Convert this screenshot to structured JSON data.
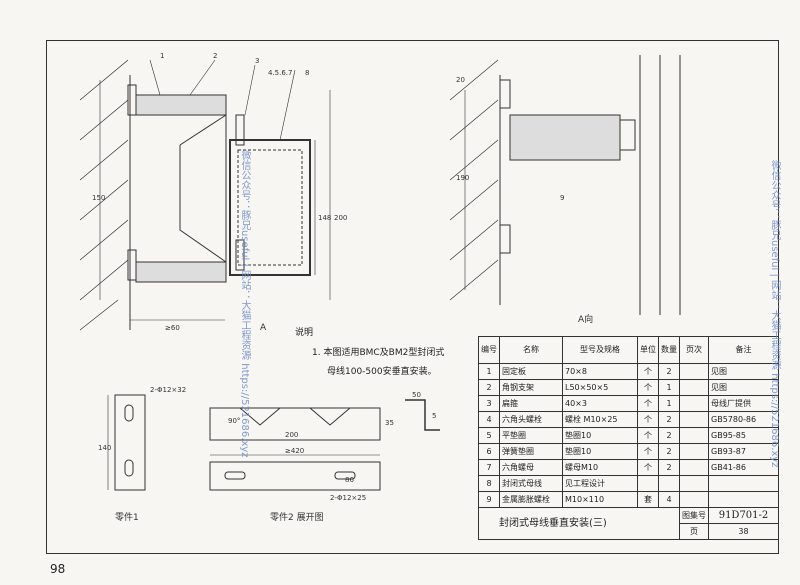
{
  "page_number": "98",
  "watermark": "微信公众号：豚兄useful | 网站：大猫工程资源 https://521686.xyz",
  "notes": {
    "heading": "说明",
    "item1_line1": "1. 本图适用BMC及BM2型封闭式",
    "item1_line2": "母线100-500安垂直安装。"
  },
  "labels": {
    "view_a": "A向",
    "arrow_a": "A",
    "part1": "零件1",
    "part2": "零件2 展开图",
    "callouts": [
      "1",
      "2",
      "3",
      "4.5.6.7",
      "8",
      "9"
    ],
    "dims": [
      "150",
      "200",
      "148",
      "≥60",
      "190",
      "20",
      "2-Φ12×32",
      "140",
      "≥420",
      "200",
      "2-Φ12×25",
      "90°",
      "86",
      "50",
      "5",
      "35"
    ]
  },
  "table": {
    "headers": [
      "编号",
      "名称",
      "型号及规格",
      "单位",
      "数量",
      "页次",
      "备注"
    ],
    "rows": [
      [
        "1",
        "固定板",
        "70×8",
        "个",
        "2",
        "",
        "见图"
      ],
      [
        "2",
        "角钢支架",
        "L50×50×5",
        "个",
        "1",
        "",
        "见图"
      ],
      [
        "3",
        "扁箍",
        "40×3",
        "个",
        "1",
        "",
        "母线厂提供"
      ],
      [
        "4",
        "六角头螺栓",
        "螺栓 M10×25",
        "个",
        "2",
        "",
        "GB5780-86"
      ],
      [
        "5",
        "平垫圈",
        "垫圈10",
        "个",
        "2",
        "",
        "GB95-85"
      ],
      [
        "6",
        "弹簧垫圈",
        "垫圈10",
        "个",
        "2",
        "",
        "GB93-87"
      ],
      [
        "7",
        "六角螺母",
        "螺母M10",
        "个",
        "2",
        "",
        "GB41-86"
      ],
      [
        "8",
        "封闭式母线",
        "见工程设计",
        "",
        "",
        "",
        ""
      ],
      [
        "9",
        "金属膨胀螺栓",
        "M10×110",
        "套",
        "4",
        "",
        ""
      ]
    ],
    "title": "封闭式母线垂直安装(三)",
    "atlas_label": "图集号",
    "atlas_no": "91D701-2",
    "page_label": "页",
    "page_no": "38"
  }
}
